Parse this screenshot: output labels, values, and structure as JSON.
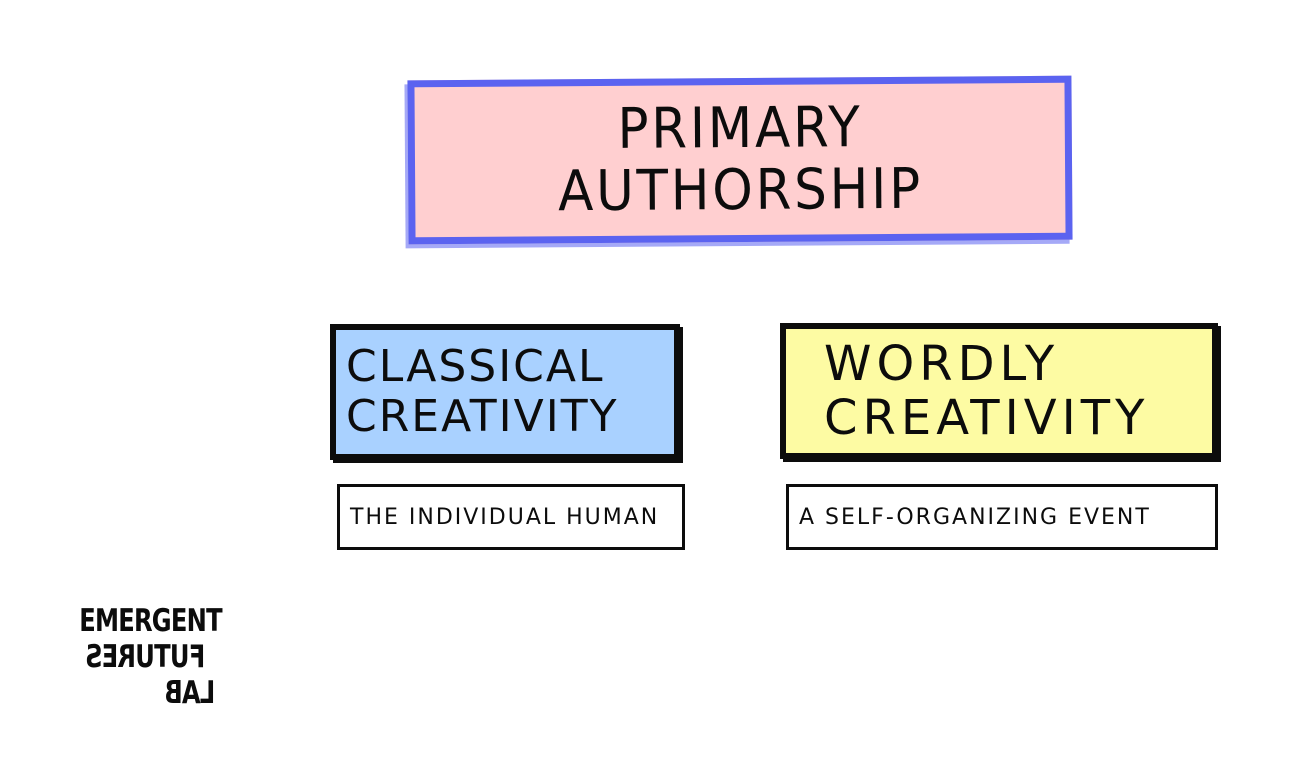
{
  "title": {
    "line1": "PRIMARY",
    "line2": "AUTHORSHIP"
  },
  "categories": [
    {
      "line1": "CLASSICAL",
      "line2": "CREATIVITY",
      "description": "THE INDIVIDUAL HUMAN",
      "color": "#a9d1ff"
    },
    {
      "line1": "WORDLY",
      "line2": "CREATIVITY",
      "description": "A SELF-ORGANIZING EVENT",
      "color": "#fdfba3"
    }
  ],
  "title_colors": {
    "fill": "#ffcfd0",
    "border": "#5b63f0"
  },
  "logo": {
    "line1": "EMERGENT",
    "line2": "FUTURES",
    "line3": "LAB"
  }
}
